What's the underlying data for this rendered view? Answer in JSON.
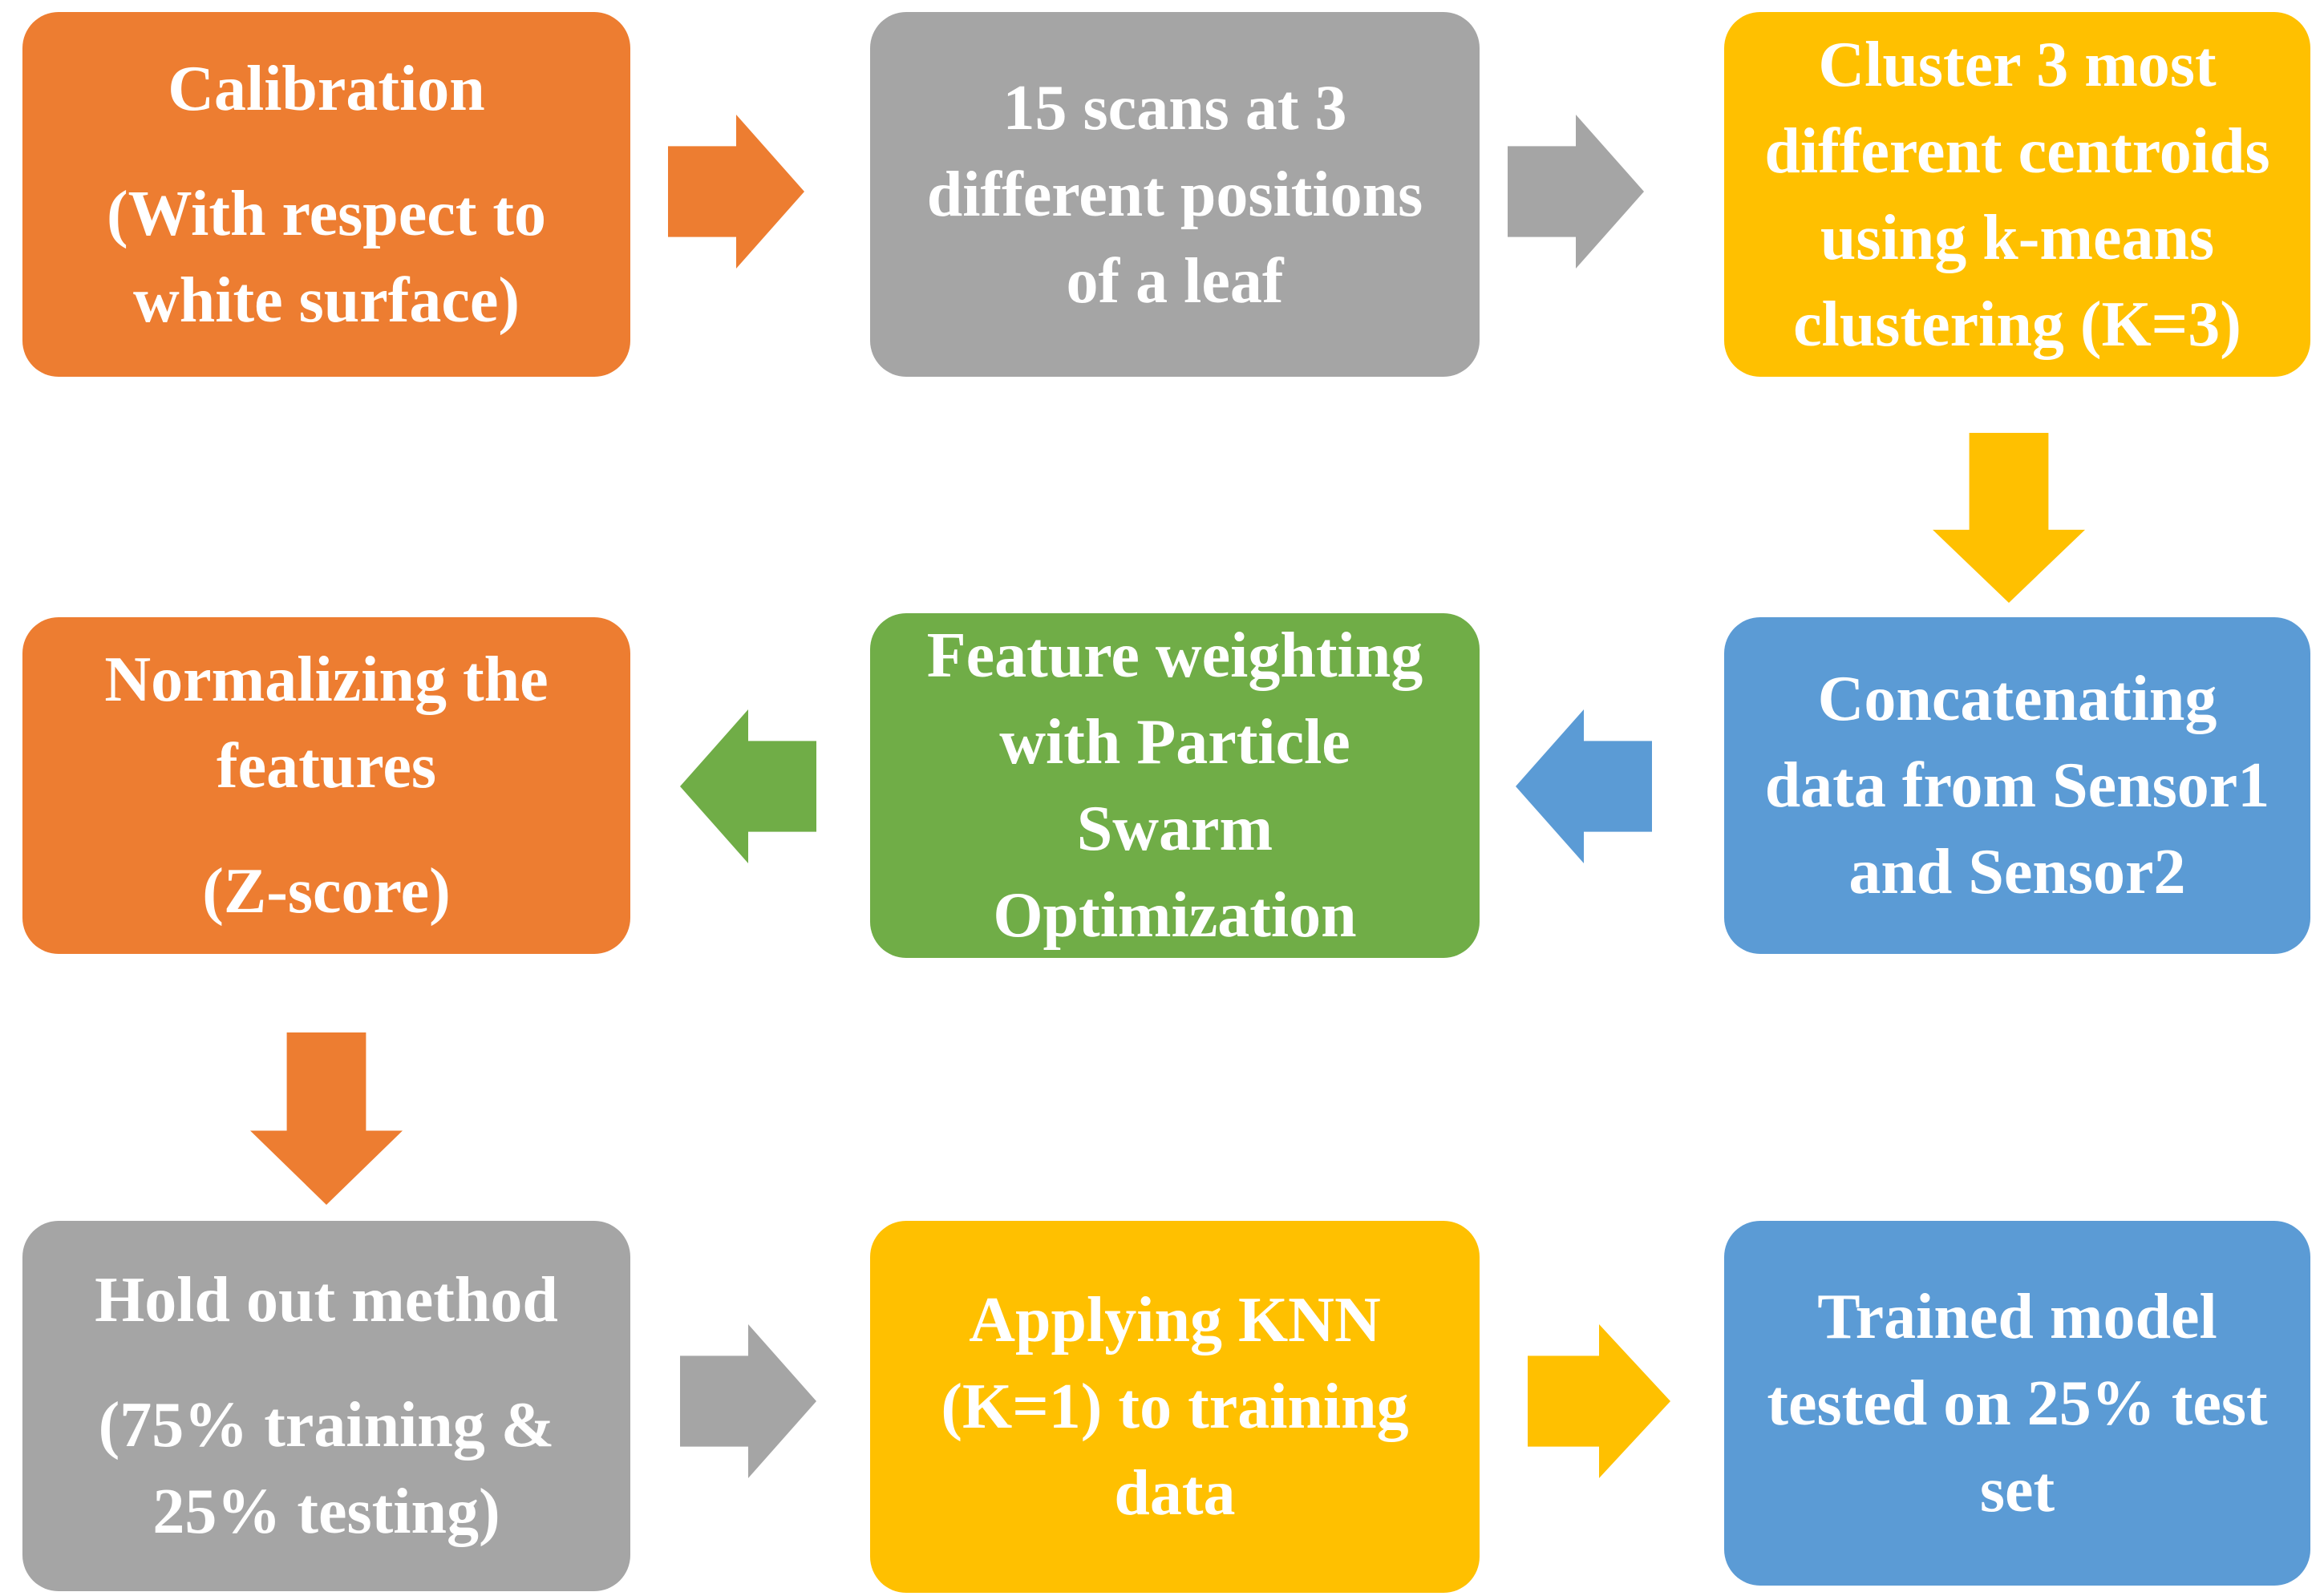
{
  "figure": {
    "type": "flowchart",
    "background": "#FFFFFF",
    "text_color": "#FFFFFF"
  },
  "palette": {
    "orange": "#ED7D31",
    "gray": "#A5A5A5",
    "gold": "#FFC000",
    "blue": "#5B9BD5",
    "green": "#70AD47"
  },
  "boxes": [
    {
      "name": "calibration",
      "color": "#ED7D31",
      "paragraphs": [
        "Calibration",
        "(With respect to\nwhite surface)"
      ]
    },
    {
      "name": "scans",
      "color": "#A5A5A5",
      "paragraphs": [
        "15 scans at 3\ndifferent positions\nof a leaf"
      ]
    },
    {
      "name": "cluster",
      "color": "#FFC000",
      "paragraphs": [
        "Cluster 3 most\ndifferent centroids\nusing k-means\nclustering (K=3)"
      ]
    },
    {
      "name": "concatenating",
      "color": "#5B9BD5",
      "paragraphs": [
        "Concatenating\ndata from Sensor1\nand Sensor2"
      ]
    },
    {
      "name": "feature-weighting",
      "color": "#70AD47",
      "paragraphs": [
        "Feature weighting\nwith Particle\nSwarm\nOptimization"
      ]
    },
    {
      "name": "normalizing",
      "color": "#ED7D31",
      "paragraphs": [
        "Normalizing the\nfeatures",
        "(Z-score)"
      ]
    },
    {
      "name": "holdout",
      "color": "#A5A5A5",
      "paragraphs": [
        "Hold out method",
        "(75% training &\n25% testing)"
      ]
    },
    {
      "name": "knn",
      "color": "#FFC000",
      "paragraphs": [
        "Applying KNN\n(K=1) to training\ndata"
      ]
    },
    {
      "name": "trained-model",
      "color": "#5B9BD5",
      "paragraphs": [
        "Trained model\ntested on 25% test\nset"
      ]
    }
  ],
  "arrows": [
    {
      "name": "calibration-to-scans",
      "direction": "right",
      "color": "#ED7D31"
    },
    {
      "name": "scans-to-cluster",
      "direction": "right",
      "color": "#A5A5A5"
    },
    {
      "name": "cluster-to-concatenating",
      "direction": "down",
      "color": "#FFC000"
    },
    {
      "name": "concatenating-to-feature-weighting",
      "direction": "left",
      "color": "#5B9BD5"
    },
    {
      "name": "feature-weighting-to-normalizing",
      "direction": "left",
      "color": "#70AD47"
    },
    {
      "name": "normalizing-to-holdout",
      "direction": "down",
      "color": "#ED7D31"
    },
    {
      "name": "holdout-to-knn",
      "direction": "right",
      "color": "#A5A5A5"
    },
    {
      "name": "knn-to-trained-model",
      "direction": "right",
      "color": "#FFC000"
    }
  ]
}
